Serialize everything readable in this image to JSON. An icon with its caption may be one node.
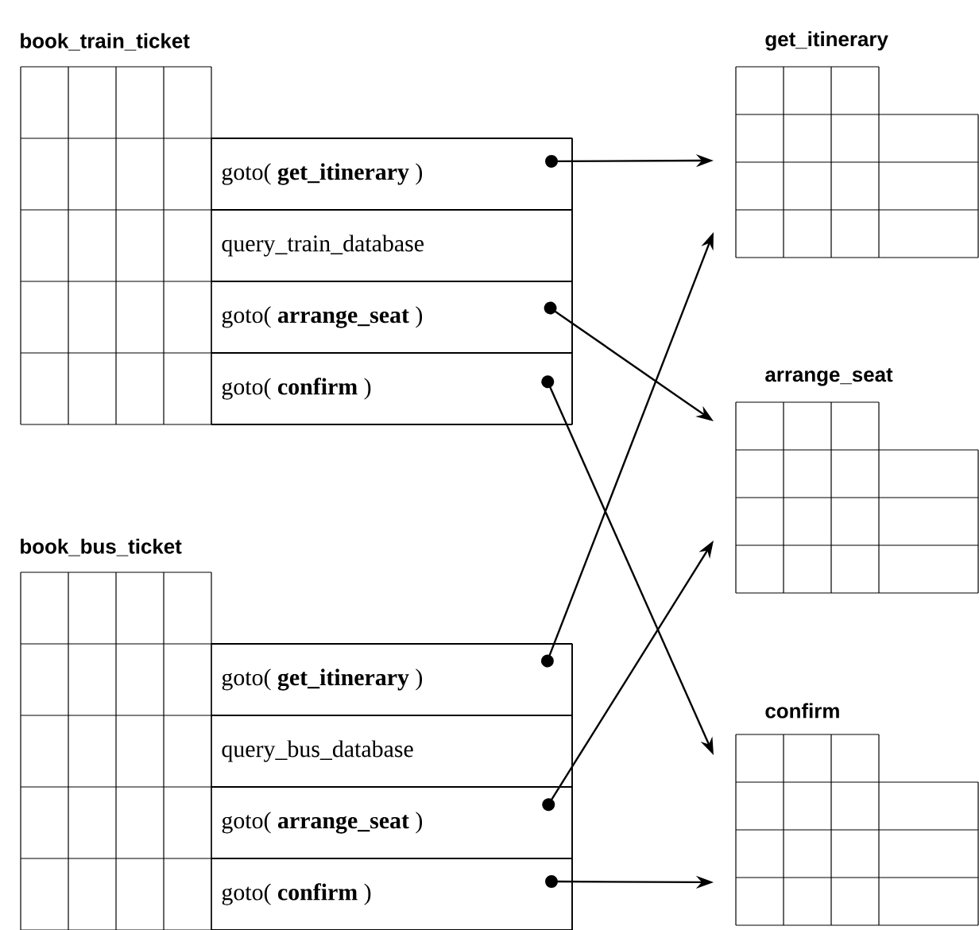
{
  "diagram": {
    "nodes": [
      {
        "text": [
          "book_train_ticket"
        ]
      },
      {
        "text": [
          "goto( **get_itinerary** )"
        ],
        "in": 0
      },
      {
        "text": [
          "query_train_database"
        ],
        "in": 0
      },
      {
        "text": [
          "goto( **arrange_seat** )"
        ],
        "in": 0
      },
      {
        "text": [
          "goto( **confirm** )"
        ],
        "in": 0
      },
      {
        "text": [
          "book_bus_ticket"
        ]
      },
      {
        "text": [
          "goto( **get_itinerary** )"
        ],
        "in": 5
      },
      {
        "text": [
          "query_bus_database"
        ],
        "in": 5
      },
      {
        "text": [
          "goto( **arrange_seat** )"
        ],
        "in": 5
      },
      {
        "text": [
          "goto( **confirm** )"
        ],
        "in": 5
      },
      {
        "text": [
          "get_itinerary"
        ]
      },
      {
        "text": [
          "arrange_seat"
        ]
      },
      {
        "text": [
          "confirm"
        ]
      }
    ],
    "edges": [
      {
        "from": 1,
        "to": 10,
        "arrow": "to"
      },
      {
        "from": 3,
        "to": 11,
        "arrow": "to"
      },
      {
        "from": 4,
        "to": 12,
        "arrow": "to"
      },
      {
        "from": 6,
        "to": 10,
        "arrow": "to"
      },
      {
        "from": 8,
        "to": 11,
        "arrow": "to"
      },
      {
        "from": 9,
        "to": 12,
        "arrow": "to"
      }
    ]
  }
}
